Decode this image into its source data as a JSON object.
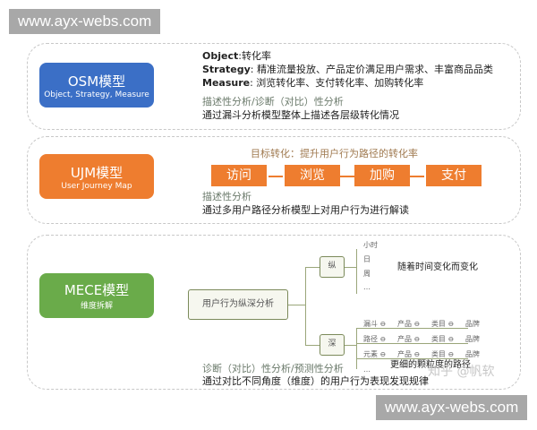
{
  "watermark_top": "www.ayx-webs.com",
  "watermark_bottom": "www.ayx-webs.com",
  "zhihu_watermark": "知乎 @帆软",
  "osm": {
    "title": "OSM模型",
    "subtitle": "Object, Strategy, Measure",
    "color": "#3b6fc6",
    "object_label": "Object",
    "object_text": ":转化率",
    "strategy_label": "Strategy",
    "strategy_text": ":  精准流量投放、产品定价满足用户需求、丰富商品品类",
    "measure_label": "Measure",
    "measure_text": ":  浏览转化率、支付转化率、加购转化率",
    "analysis_type": "描述性分析/诊断（对比）性分析",
    "analysis_desc": "通过漏斗分析模型整体上描述各层级转化情况"
  },
  "ujm": {
    "title": "UJM模型",
    "subtitle": "User Journey Map",
    "color": "#ee7d2f",
    "goal": "目标转化：提升用户行为路径的转化率",
    "steps": [
      "访问",
      "浏览",
      "加购",
      "支付"
    ],
    "analysis_type": "描述性分析",
    "analysis_desc": "通过多用户路径分析模型上对用户行为进行解读"
  },
  "mece": {
    "title": "MECE模型",
    "subtitle": "维度拆解",
    "color": "#6aab4a",
    "root": "用户行为纵深分析",
    "vertical": {
      "label": "纵",
      "items": [
        "小时",
        "日",
        "周",
        "…"
      ],
      "note": "随着时间变化而变化"
    },
    "depth": {
      "label": "深",
      "rows": [
        [
          "漏斗",
          "产品",
          "类目",
          "品牌"
        ],
        [
          "路径",
          "产品",
          "类目",
          "品牌"
        ],
        [
          "元素",
          "产品",
          "类目",
          "品牌"
        ]
      ],
      "more": "…",
      "note": "更细的颗粒度的路径"
    },
    "analysis_type": "诊断（对比）性分析/预测性分析",
    "analysis_desc": "通过对比不同角度（维度）的用户行为表现发现规律"
  }
}
